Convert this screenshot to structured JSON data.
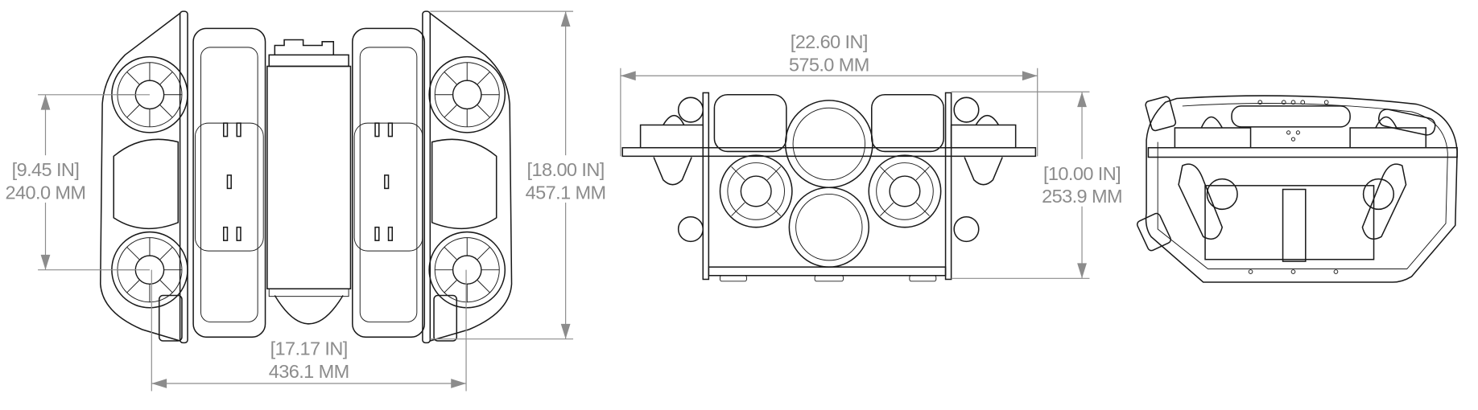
{
  "views": {
    "top": {
      "dimensions": {
        "length": {
          "inches": "[18.00 IN]",
          "mm": "457.1 MM"
        },
        "thruster_spacing": {
          "inches": "[9.45 IN]",
          "mm": "240.0 MM"
        },
        "width": {
          "inches": "[17.17 IN]",
          "mm": "436.1 MM"
        }
      }
    },
    "front": {
      "dimensions": {
        "width": {
          "inches": "[22.60 IN]",
          "mm": "575.0 MM"
        },
        "height": {
          "inches": "[10.00 IN]",
          "mm": "253.9 MM"
        }
      }
    },
    "side": {}
  },
  "colors": {
    "line": "#1a1a1a",
    "dimension": "#8c8c8c",
    "background": "#ffffff"
  }
}
